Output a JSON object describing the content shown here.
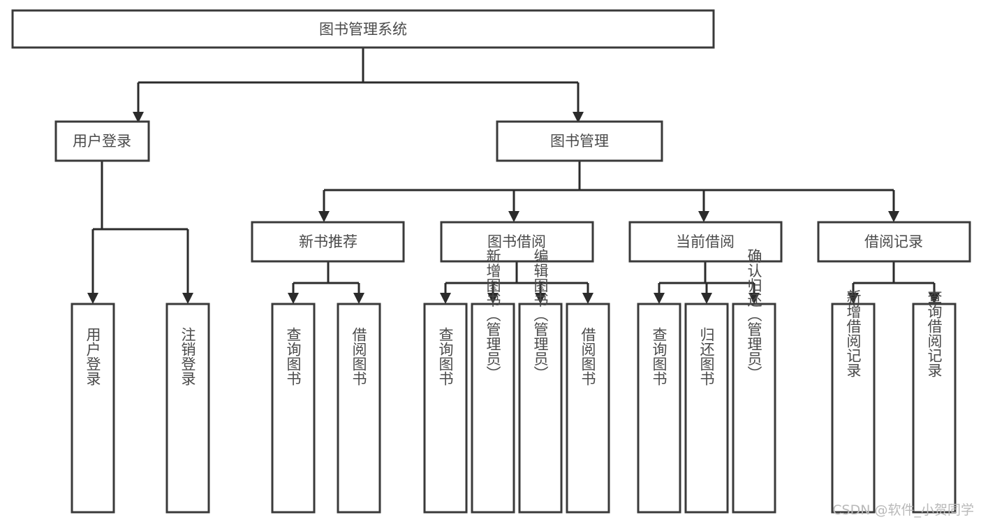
{
  "diagram": {
    "title": "图书管理系统",
    "type": "tree",
    "watermark": "CSDN @软件_小贺同学",
    "colors": {
      "box_stroke": "#3a3a3a",
      "box_fill": "#ffffff",
      "edge": "#2b2b2b",
      "label": "#4a4a4a",
      "watermark": "#b9b9b9",
      "background": "#ffffff"
    },
    "nodes": {
      "root": {
        "label": "图书管理系统"
      },
      "level1": [
        {
          "id": "user-login",
          "label": "用户登录"
        },
        {
          "id": "book-manage",
          "label": "图书管理"
        }
      ],
      "level2": [
        {
          "id": "new-book-rec",
          "label": "新书推荐"
        },
        {
          "id": "book-borrow",
          "label": "图书借阅"
        },
        {
          "id": "current-borrow",
          "label": "当前借阅"
        },
        {
          "id": "borrow-record",
          "label": "借阅记录"
        }
      ],
      "leaves": {
        "user_login": [
          {
            "id": "leaf-user-login",
            "label": "用户登录"
          },
          {
            "id": "leaf-logout",
            "label": "注销登录"
          }
        ],
        "new_book_rec": [
          {
            "id": "leaf-query-book-1",
            "label": "查询图书"
          },
          {
            "id": "leaf-borrow-book-1",
            "label": "借阅图书"
          }
        ],
        "book_borrow": [
          {
            "id": "leaf-query-book-2",
            "label": "查询图书"
          },
          {
            "id": "leaf-add-book",
            "label": "新增图书（管理员）"
          },
          {
            "id": "leaf-edit-book",
            "label": "编辑图书（管理员）"
          },
          {
            "id": "leaf-borrow-book-2",
            "label": "借阅图书"
          }
        ],
        "current_borrow": [
          {
            "id": "leaf-query-book-3",
            "label": "查询图书"
          },
          {
            "id": "leaf-return-book",
            "label": "归还图书"
          },
          {
            "id": "leaf-confirm-return",
            "label": "确认归还（管理员）"
          }
        ],
        "borrow_record": [
          {
            "id": "leaf-add-record",
            "label": "新增借阅记录"
          },
          {
            "id": "leaf-query-record",
            "label": "查询借阅记录"
          }
        ]
      }
    }
  }
}
